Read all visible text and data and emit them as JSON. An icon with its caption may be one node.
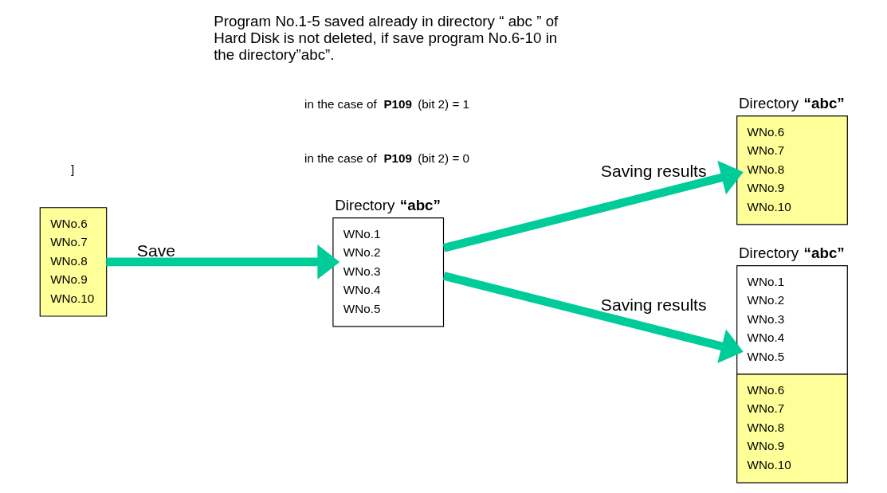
{
  "diagram": {
    "nodes": [
      {
        "text": [
          "WNo.6",
          "WNo.7",
          "WNo.8",
          "WNo.9",
          "WNo.10"
        ]
      },
      {
        "text": [
          "Directory **“abc”**",
          "WNo.1",
          "WNo.2",
          "WNo.3",
          "WNo.4",
          "WNo.5"
        ]
      },
      {
        "text": [
          "Directory **“abc”**",
          "WNo.6",
          "WNo.7",
          "WNo.8",
          "WNo.9",
          "WNo.10"
        ]
      },
      {
        "text": [
          "Directory **“abc”**",
          "WNo.1",
          "WNo.2",
          "WNo.3",
          "WNo.4",
          "WNo.5",
          "WNo.6",
          "WNo.7",
          "WNo.8",
          "WNo.9",
          "WNo.10"
        ]
      }
    ],
    "edges": [
      {
        "from": 0,
        "to": 1,
        "arrow": "to",
        "label": "Save"
      },
      {
        "from": 1,
        "to": 2,
        "arrow": "to",
        "label": "Saving results"
      },
      {
        "from": 1,
        "to": 3,
        "arrow": "to",
        "label": "Saving results"
      }
    ],
    "labels": [
      "]",
      "in the case of **P109** (bit 2) = 0",
      "in the case of **P109** (bit 2) = 1",
      "Program No.1-5 saved already in directory “ abc ” of Hard Disk is not deleted, if save program No.6-10 in the directory”abc”."
    ]
  }
}
